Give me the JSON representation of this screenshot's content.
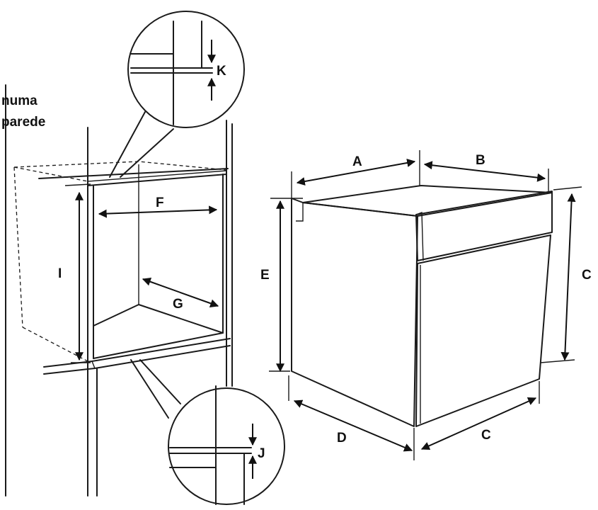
{
  "caption": {
    "line1": "numa",
    "line2": "parede"
  },
  "labels": {
    "A": "A",
    "B": "B",
    "C_side": "C",
    "C_bottom": "C",
    "D": "D",
    "E": "E",
    "F": "F",
    "G": "G",
    "I": "I",
    "J": "J",
    "K": "K"
  },
  "colors": {
    "ink": "#1a1a1a",
    "steel_light": "#f4f4f4",
    "steel_dark": "#7d7d7d"
  }
}
